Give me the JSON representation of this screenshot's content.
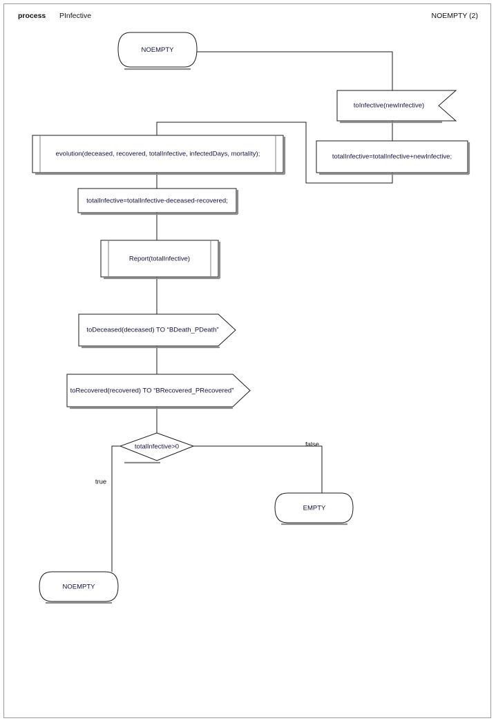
{
  "header": {
    "kind_label": "process",
    "process_name": "PInfective",
    "state_label": "NOEMPTY (2)"
  },
  "diagram": {
    "type": "flowchart",
    "title": "PInfective process flowchart",
    "nodes": [
      {
        "id": "start_noempty",
        "shape": "terminator",
        "label": "NOEMPTY"
      },
      {
        "id": "recv_toinfective",
        "shape": "signal-receive",
        "label": "toInfective(newInfective)"
      },
      {
        "id": "add_infective",
        "shape": "process",
        "label": "totalInfective=totalInfective+newInfective;"
      },
      {
        "id": "evolution",
        "shape": "predefined-process",
        "label": "evolution(deceased, recovered, totalInfective, infectedDays, mortality);"
      },
      {
        "id": "sub_infective",
        "shape": "process",
        "label": "totalInfective=totalInfective-deceased-recovered;"
      },
      {
        "id": "report",
        "shape": "predefined-process",
        "label": "Report(totalInfective)"
      },
      {
        "id": "send_deceased",
        "shape": "signal-send",
        "label": "toDeceased(deceased) TO “BDeath_PDeath”"
      },
      {
        "id": "send_recovered",
        "shape": "signal-send",
        "label": "toRecovered(recovered) TO “BRecovered_PRecovered”"
      },
      {
        "id": "decision",
        "shape": "decision",
        "label": "totalInfective>0"
      },
      {
        "id": "end_empty",
        "shape": "terminator",
        "label": "EMPTY"
      },
      {
        "id": "end_noempty",
        "shape": "terminator",
        "label": "NOEMPTY"
      }
    ],
    "edges": [
      {
        "from": "start_noempty",
        "to": "recv_toinfective",
        "label": ""
      },
      {
        "from": "recv_toinfective",
        "to": "add_infective",
        "label": ""
      },
      {
        "from": "add_infective",
        "to": "evolution",
        "label": ""
      },
      {
        "from": "evolution",
        "to": "sub_infective",
        "label": ""
      },
      {
        "from": "sub_infective",
        "to": "report",
        "label": ""
      },
      {
        "from": "report",
        "to": "send_deceased",
        "label": ""
      },
      {
        "from": "send_deceased",
        "to": "send_recovered",
        "label": ""
      },
      {
        "from": "send_recovered",
        "to": "decision",
        "label": ""
      },
      {
        "from": "decision",
        "to": "end_noempty",
        "label": "true"
      },
      {
        "from": "decision",
        "to": "end_empty",
        "label": "false"
      }
    ],
    "edge_labels": {
      "true": "true",
      "false": "false"
    },
    "colors": {
      "stroke": "#1a1a1a",
      "shadow": "#8c8c8c",
      "text": "#12123a",
      "page_border": "#9a9a9a",
      "background": "#ffffff"
    }
  }
}
